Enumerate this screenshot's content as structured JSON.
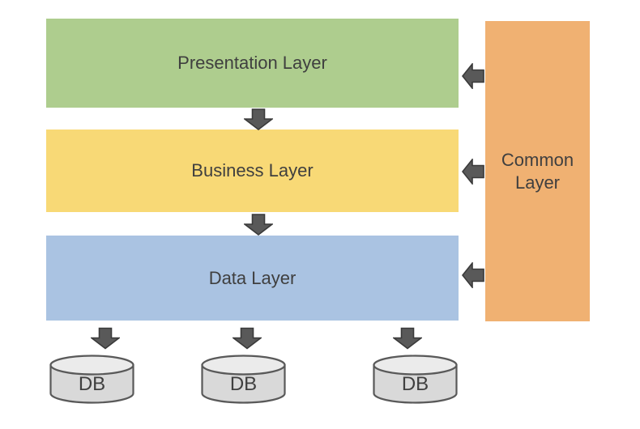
{
  "diagram": {
    "type": "layered-architecture",
    "layers": [
      {
        "id": "presentation",
        "label": "Presentation Layer",
        "color": "#aecd8e"
      },
      {
        "id": "business",
        "label": "Business Layer",
        "color": "#f8d976"
      },
      {
        "id": "data",
        "label": "Data Layer",
        "color": "#aac3e2"
      }
    ],
    "common_layer": {
      "label": "Common Layer",
      "color": "#f0b172"
    },
    "databases": [
      {
        "label": "DB"
      },
      {
        "label": "DB"
      },
      {
        "label": "DB"
      }
    ],
    "arrows": {
      "down_between_layers": [
        "presentation→business",
        "business→data"
      ],
      "down_to_databases": 3,
      "left_from_common": [
        "common→presentation",
        "common→business",
        "common→data"
      ]
    }
  },
  "colors": {
    "text": "#3f3f3f",
    "arrow": "#595959",
    "arrow_border": "#3a3a3a",
    "db_fill": "#d9d9d9",
    "db_top": "#ebebeb",
    "db_border": "#595959",
    "background": "#ffffff"
  }
}
